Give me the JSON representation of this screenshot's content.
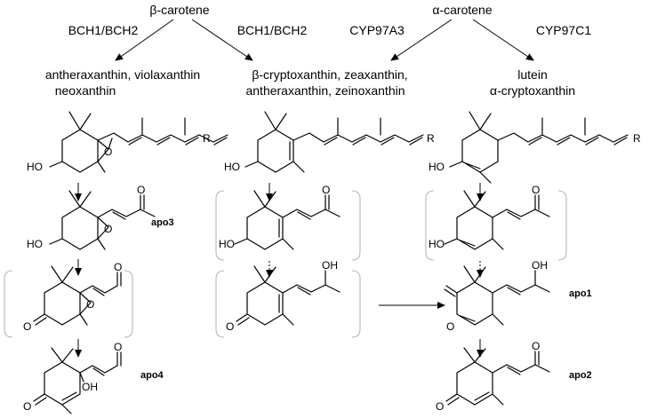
{
  "precursors": {
    "beta": "β-carotene",
    "alpha": "α-carotene"
  },
  "enzymes": {
    "bch_left": "BCH1/BCH2",
    "bch_right": "BCH1/BCH2",
    "cyp97a3": "CYP97A3",
    "cyp97c1": "CYP97C1"
  },
  "products": {
    "left_line1": "antheraxanthin, violaxanthin",
    "left_line2": "neoxanthin",
    "mid_line1": "β-cryptoxanthin, zeaxanthin,",
    "mid_line2": "antheraxanthin, zeinoxanthin",
    "right_line1": "lutein",
    "right_line2": "α-cryptoxanthin"
  },
  "compound_labels": {
    "apo3": "apo3",
    "apo4": "apo4",
    "apo1": "apo1",
    "apo2": "apo2"
  },
  "atoms": {
    "ho": "HO",
    "oh": "OH",
    "o": "O",
    "r": "R"
  }
}
